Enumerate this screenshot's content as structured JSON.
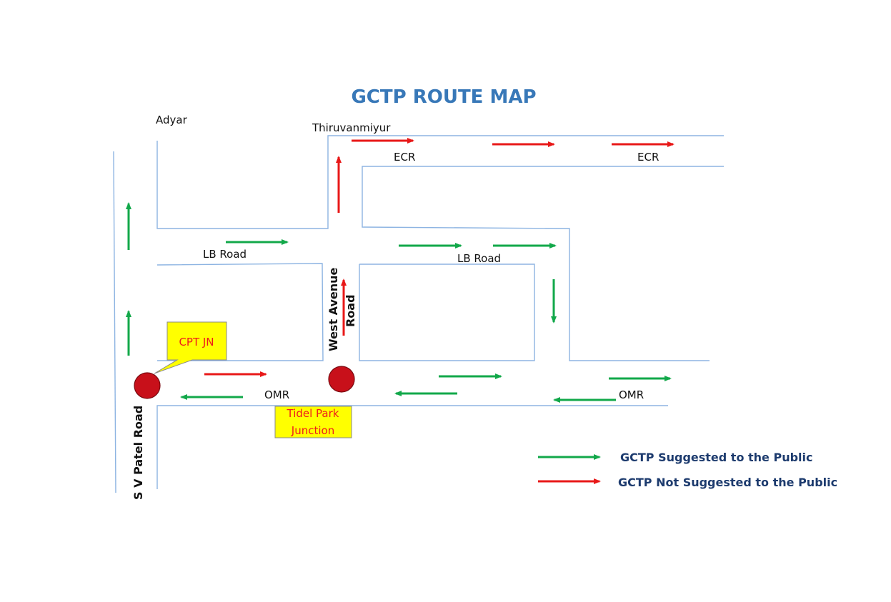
{
  "title": "GCTP ROUTE MAP",
  "colors": {
    "suggested": "#12a84a",
    "not_suggested": "#e81818",
    "road": "#8db4e2",
    "title": "#3878b8",
    "callout_fill": "#ffff00",
    "junction": "#c8101a"
  },
  "places": {
    "adyar": "Adyar",
    "thiruvanmiyur": "Thiruvanmiyur"
  },
  "roads": {
    "ecr_left": "ECR",
    "ecr_right": "ECR",
    "lb_road_left": "LB Road",
    "lb_road_right": "LB Road",
    "omr_left": "OMR",
    "omr_right": "OMR",
    "west_avenue_1": "West Avenue",
    "west_avenue_2": "Road",
    "sv_patel": "S V Patel Road"
  },
  "junctions": {
    "cpt": "CPT JN",
    "tidel_1": "Tidel Park",
    "tidel_2": "Junction"
  },
  "legend": {
    "suggested": "GCTP Suggested to the Public",
    "not_suggested": "GCTP Not Suggested to the Public"
  }
}
